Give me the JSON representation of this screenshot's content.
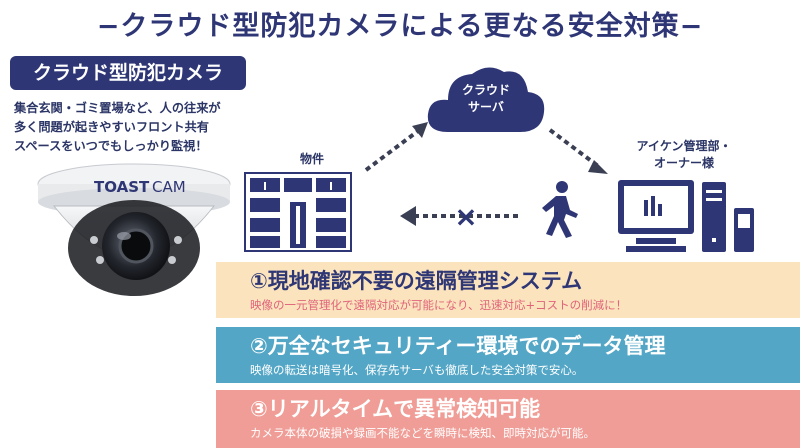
{
  "title": "−クラウド型防犯カメラによる更なる安全対策−",
  "badge": "クラウド型防犯カメラ",
  "description": [
    "集合玄関・ゴミ置場など、人の往来が",
    "多く問題が起きやすいフロント共有",
    "スペースをいつでもしっかり監視！"
  ],
  "camera": {
    "brand": "TOAST",
    "model": "CAM"
  },
  "diagram": {
    "cloud_label": [
      "クラウド",
      "サーバ"
    ],
    "property_label": "物件",
    "owner_label": [
      "アイケン管理部・",
      "オーナー様"
    ],
    "blocked_mark": "×"
  },
  "features": [
    {
      "heading": "①現地確認不要の遠隔管理システム",
      "detail": "映像の一元管理化で遠隔対応が可能になり、迅速対応+コストの削減に！"
    },
    {
      "heading": "②万全なセキュリティー環境でのデータ管理",
      "detail": "映像の転送は暗号化、保存先サーバも徹底した安全対策で安心。"
    },
    {
      "heading": "③リアルタイムで異常検知可能",
      "detail": "カメラ本体の破損や録画不能などを瞬時に検知、即時対応が可能。"
    }
  ],
  "colors": {
    "navy": "#2e3675",
    "band_1": "#fbe4bd",
    "band_2": "#53a6c6",
    "band_3": "#ef9d96",
    "accent_pink": "#e0637a"
  }
}
